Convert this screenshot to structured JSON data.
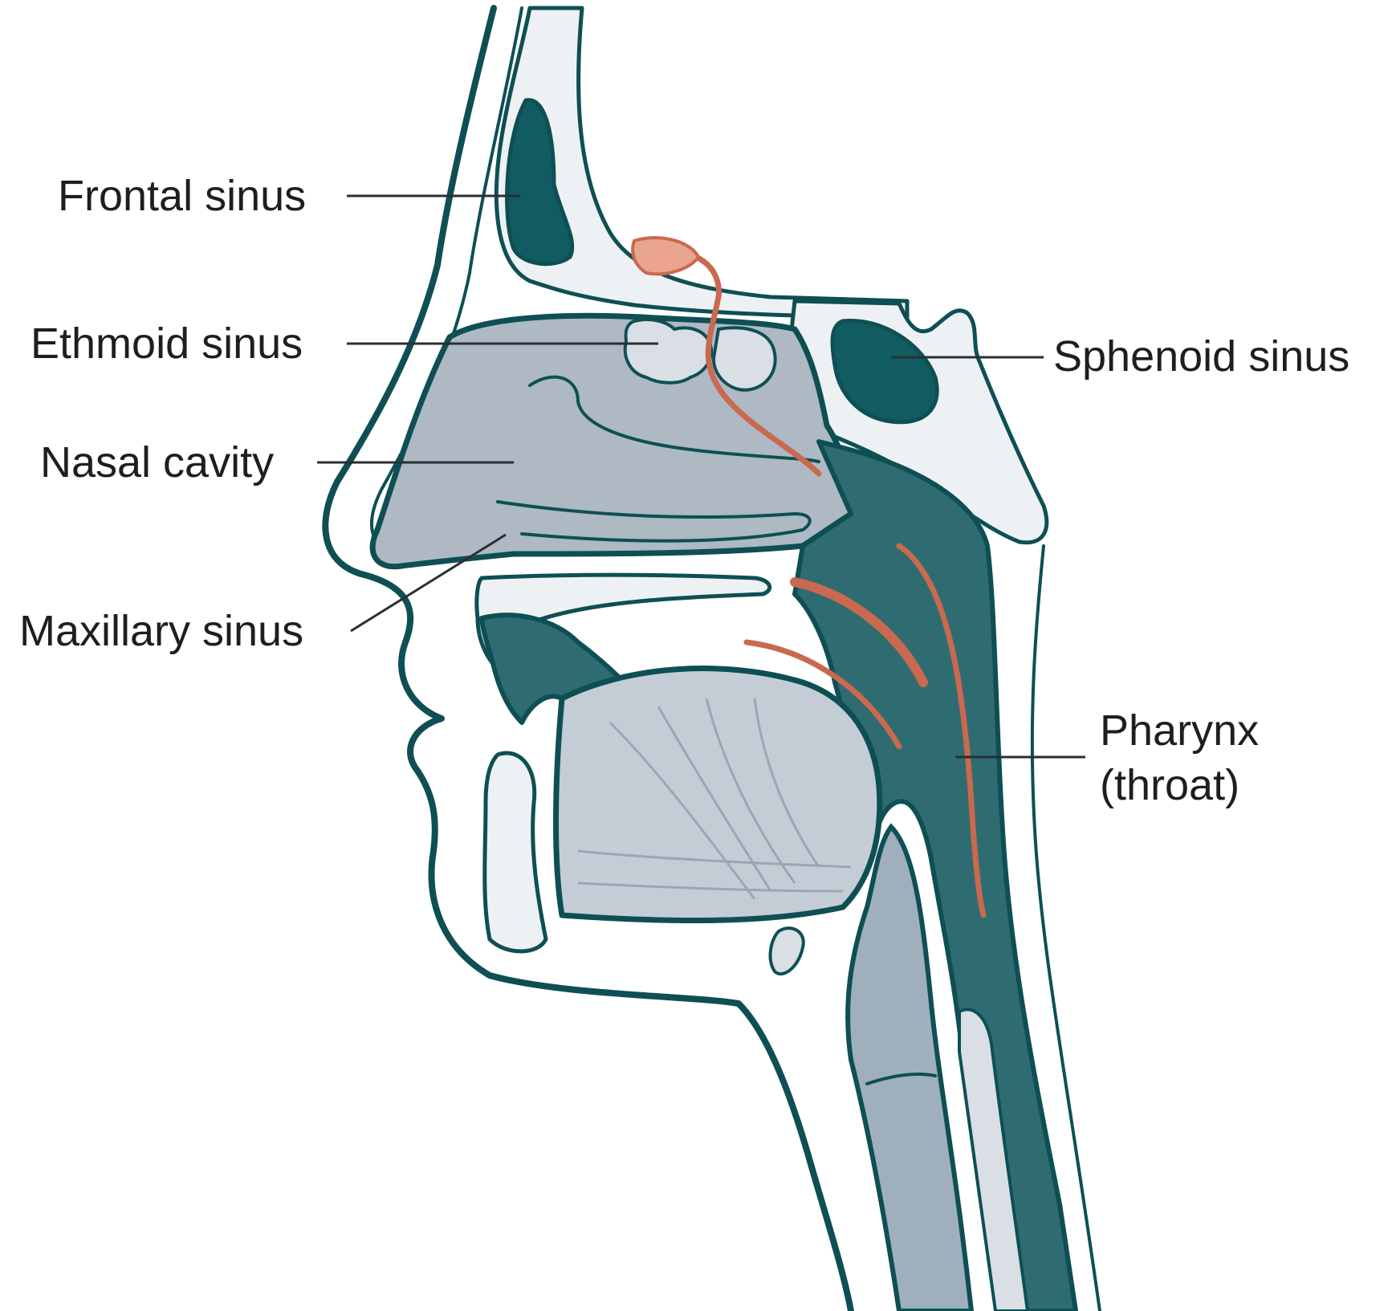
{
  "labels": {
    "frontal": "Frontal sinus",
    "ethmoid": "Ethmoid sinus",
    "nasal": "Nasal cavity",
    "maxillary": "Maxillary sinus",
    "sphenoid": "Sphenoid sinus",
    "pharynx_line1": "Pharynx",
    "pharynx_line2": "(throat)"
  },
  "colors": {
    "outline": "#0e4f54",
    "sinus_fill": "#115c60",
    "cavity_fill": "#aeb9c4",
    "muscle": "#c9694f",
    "bone_fill": "#eef1f3",
    "background": "#ffffff"
  }
}
